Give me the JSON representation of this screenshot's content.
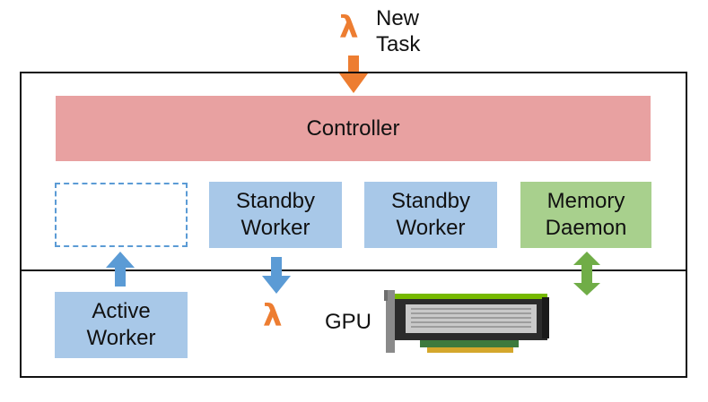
{
  "new_task": {
    "line1": "New",
    "line2": "Task"
  },
  "controller": {
    "label": "Controller"
  },
  "workers": {
    "standby_1": {
      "line1": "Standby",
      "line2": "Worker"
    },
    "standby_2": {
      "line1": "Standby",
      "line2": "Worker"
    },
    "active": {
      "line1": "Active",
      "line2": "Worker"
    }
  },
  "memory_daemon": {
    "line1": "Memory",
    "line2": "Daemon"
  },
  "gpu": {
    "label": "GPU"
  },
  "symbols": {
    "lambda": "λ"
  },
  "colors": {
    "controller_fill": "#e8a1a1",
    "worker_fill": "#a8c8e8",
    "memory_fill": "#a8d08d",
    "lambda": "#ed7d31",
    "arrow_orange": "#ed7d31",
    "arrow_blue": "#5b9bd5",
    "arrow_green": "#70ad47",
    "slot_dash": "#5b9bd5",
    "gpu_accent": "#76b900"
  }
}
